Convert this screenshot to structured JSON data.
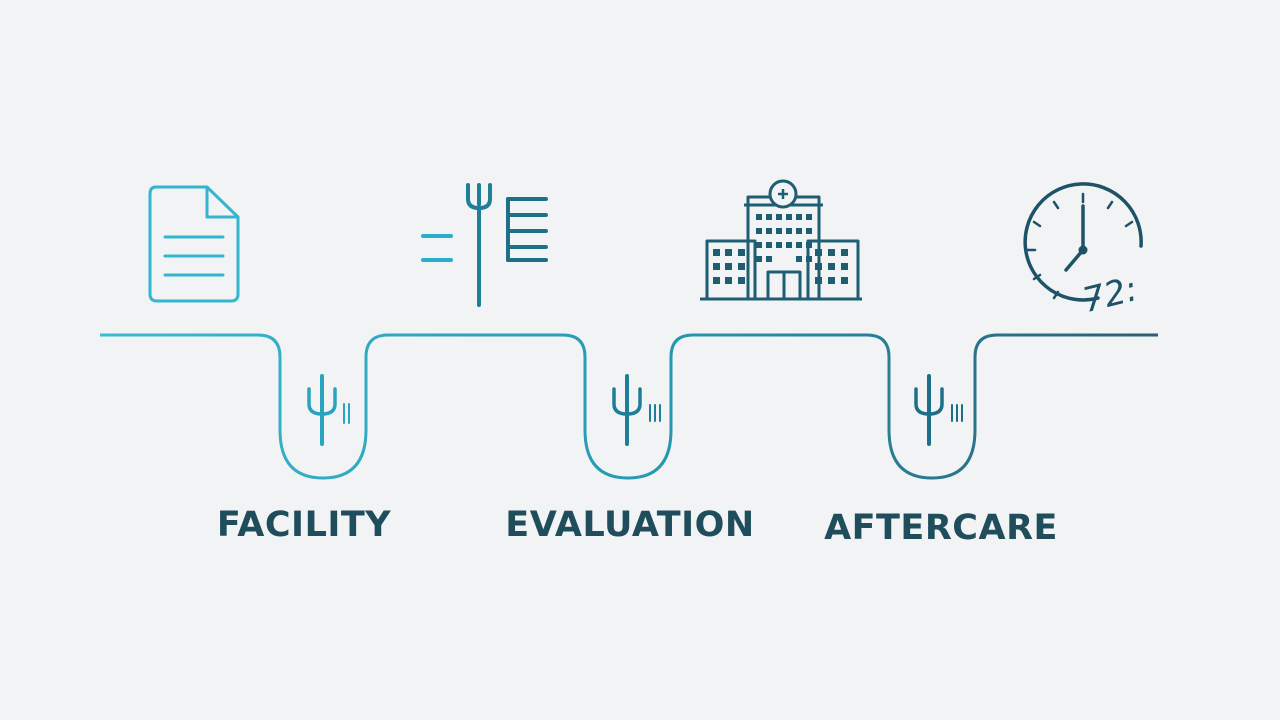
{
  "stages": [
    {
      "label": "FACILITY"
    },
    {
      "label": "EVALUATION"
    },
    {
      "label": "AFTERCARE"
    }
  ],
  "icons": [
    {
      "name": "document-icon"
    },
    {
      "name": "fork-list-icon"
    },
    {
      "name": "hospital-building-icon"
    },
    {
      "name": "clock-icon",
      "note_text": "72:"
    }
  ],
  "colors": {
    "background": "#f2f3f4",
    "accent_light": "#35b6d0",
    "accent_mid": "#1f8fa9",
    "accent_dark": "#1e5e73",
    "label": "#1f4d5c"
  }
}
